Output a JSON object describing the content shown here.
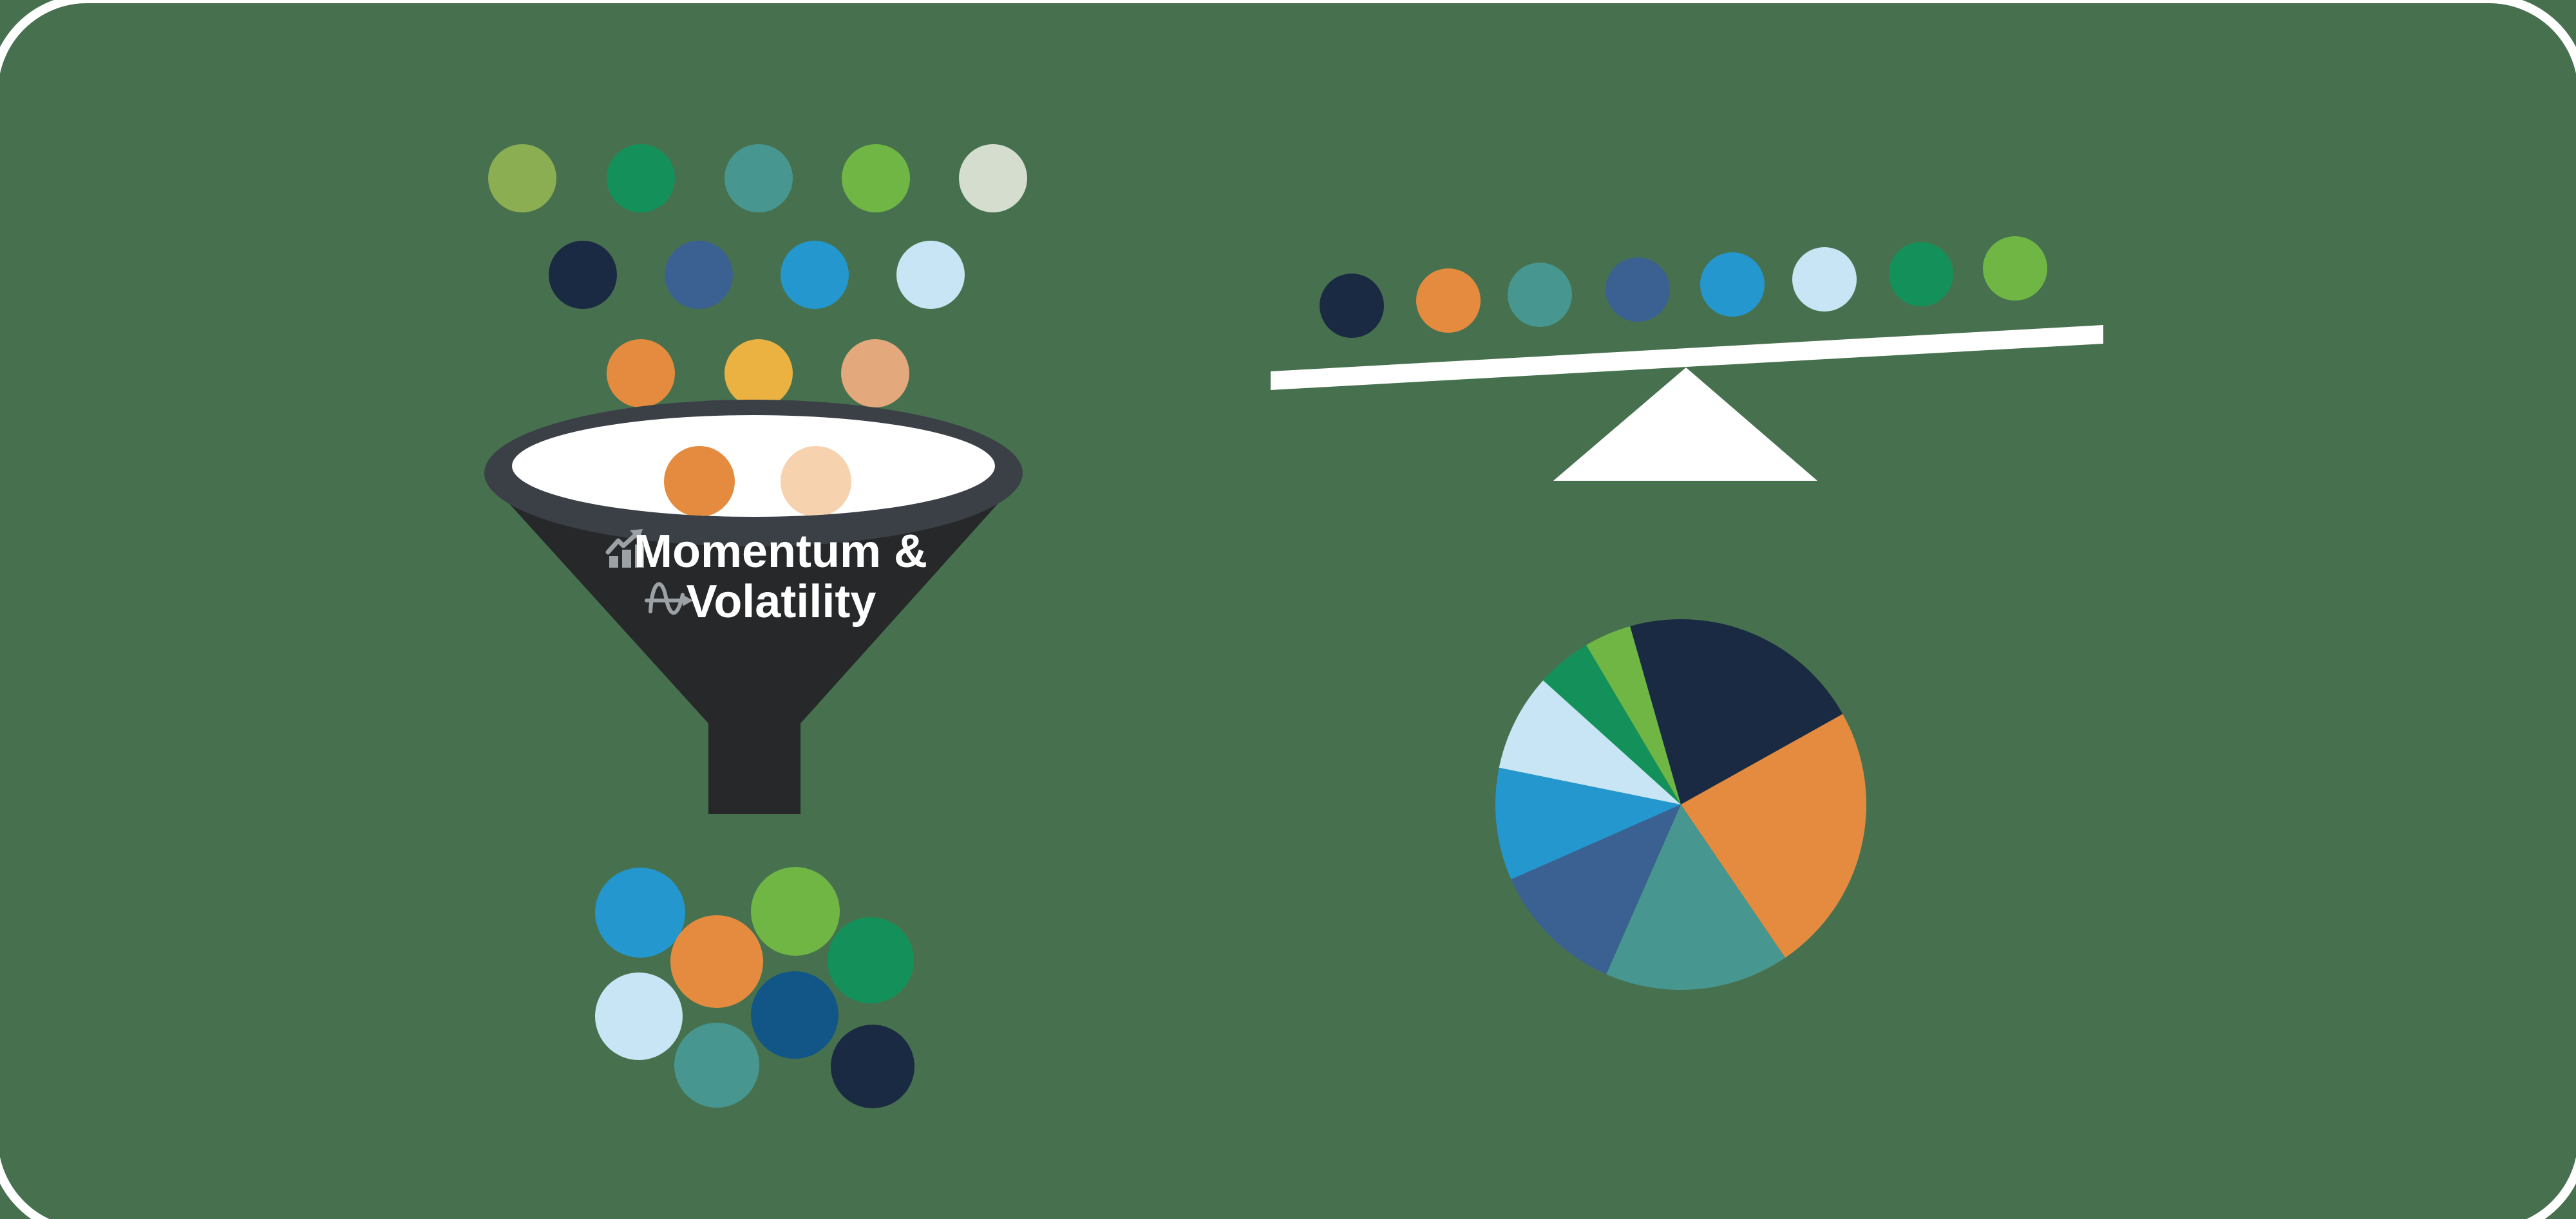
{
  "palette": {
    "background": "#47714E",
    "white": "#FFFFFF",
    "funnel_body": "#26282A",
    "funnel_rim": "#3B4046",
    "icon_gray": "#9BA1A4",
    "navy": "#1B2A43",
    "medium_blue": "#3A6191",
    "bright_blue": "#2397CE",
    "light_blue": "#C7E5F4",
    "deep_blue": "#115687",
    "teal": "#479690",
    "emerald": "#14915A",
    "light_green": "#6FB645",
    "olive": "#8CAE52",
    "pale_sage": "#D5DDCF",
    "orange": "#E58B3F",
    "gold": "#EBB242",
    "tan": "#E3A87C",
    "peach": "#F6D2AE"
  },
  "funnel": {
    "label_line1": "Momentum &",
    "label_line2": "Volatility",
    "momentum_icon": "bar-chart-rising-arrow",
    "volatility_icon": "sine-wave-right-arrow",
    "falling_rows": [
      [
        "olive",
        "emerald",
        "teal",
        "light_green",
        "pale_sage"
      ],
      [
        "navy",
        "medium_blue",
        "bright_blue",
        "light_blue"
      ],
      [
        "orange",
        "gold",
        "tan"
      ]
    ],
    "mouth_dots": [
      "orange",
      "peach"
    ],
    "output_dots": [
      "emerald",
      "bright_blue",
      "light_green",
      "orange",
      "light_blue",
      "deep_blue",
      "teal",
      "navy"
    ]
  },
  "seesaw": {
    "dots": [
      "navy",
      "orange",
      "teal",
      "medium_blue",
      "bright_blue",
      "light_blue",
      "emerald",
      "light_green"
    ]
  },
  "chart_data": {
    "type": "pie",
    "title": "",
    "legend_position": "none",
    "start_angle_deg": -15.9,
    "slices": [
      {
        "color": "navy",
        "percent": 21.3
      },
      {
        "color": "orange",
        "percent": 23.6
      },
      {
        "color": "teal",
        "percent": 16.1
      },
      {
        "color": "medium_blue",
        "percent": 11.8
      },
      {
        "color": "bright_blue",
        "percent": 9.8
      },
      {
        "color": "light_blue",
        "percent": 8.5
      },
      {
        "color": "emerald",
        "percent": 4.8
      },
      {
        "color": "light_green",
        "percent": 4.1
      }
    ]
  }
}
